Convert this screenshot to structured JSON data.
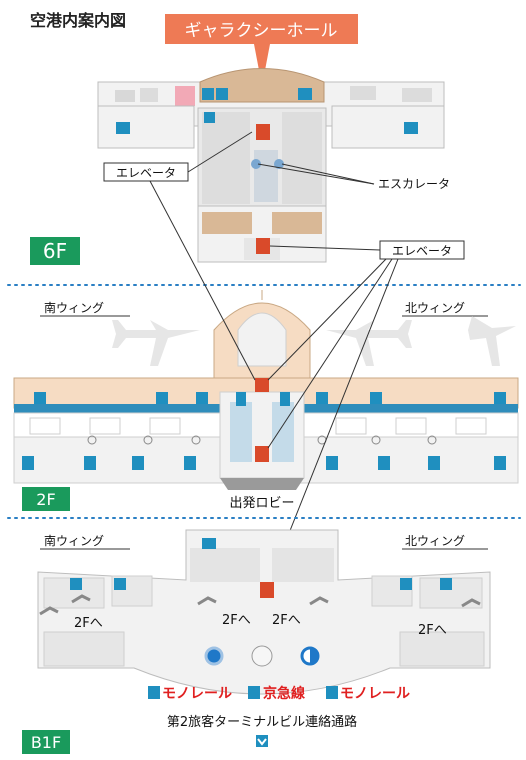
{
  "title": "空港内案内図",
  "hall_label": "ギャラクシーホール",
  "floors": {
    "f6": {
      "badge": "6F"
    },
    "f2": {
      "badge": "2F"
    },
    "b1": {
      "badge": "B1F"
    }
  },
  "callouts": {
    "elevator_6f_left": "エレベータ",
    "elevator_6f_right": "エレベータ",
    "escalator": "エスカレータ"
  },
  "wings": {
    "south_2f": "南ウィング",
    "north_2f": "北ウィング",
    "south_b1": "南ウィング",
    "north_b1": "北ウィング"
  },
  "departure_lobby": "出発ロビー",
  "to_2f": [
    "2Fへ",
    "2Fへ",
    "2Fへ",
    "2Fへ"
  ],
  "rail": {
    "monorail_left": "モノレール",
    "keikyu": "京急線",
    "monorail_right": "モノレール"
  },
  "connector": "第2旅客ターミナルビル連絡通路",
  "colors": {
    "badge_green": "#1a9a5c",
    "hall_orange": "#ee7a55",
    "elevator_red": "#d94a2a",
    "facility_blue": "#1f8fbf",
    "lounge_tan": "#e8c9a8",
    "floor_gray": "#f3f3f3",
    "wall_gray": "#cfcfcf",
    "divider_blue": "#2a7fc4",
    "rail_red": "#e02020"
  }
}
